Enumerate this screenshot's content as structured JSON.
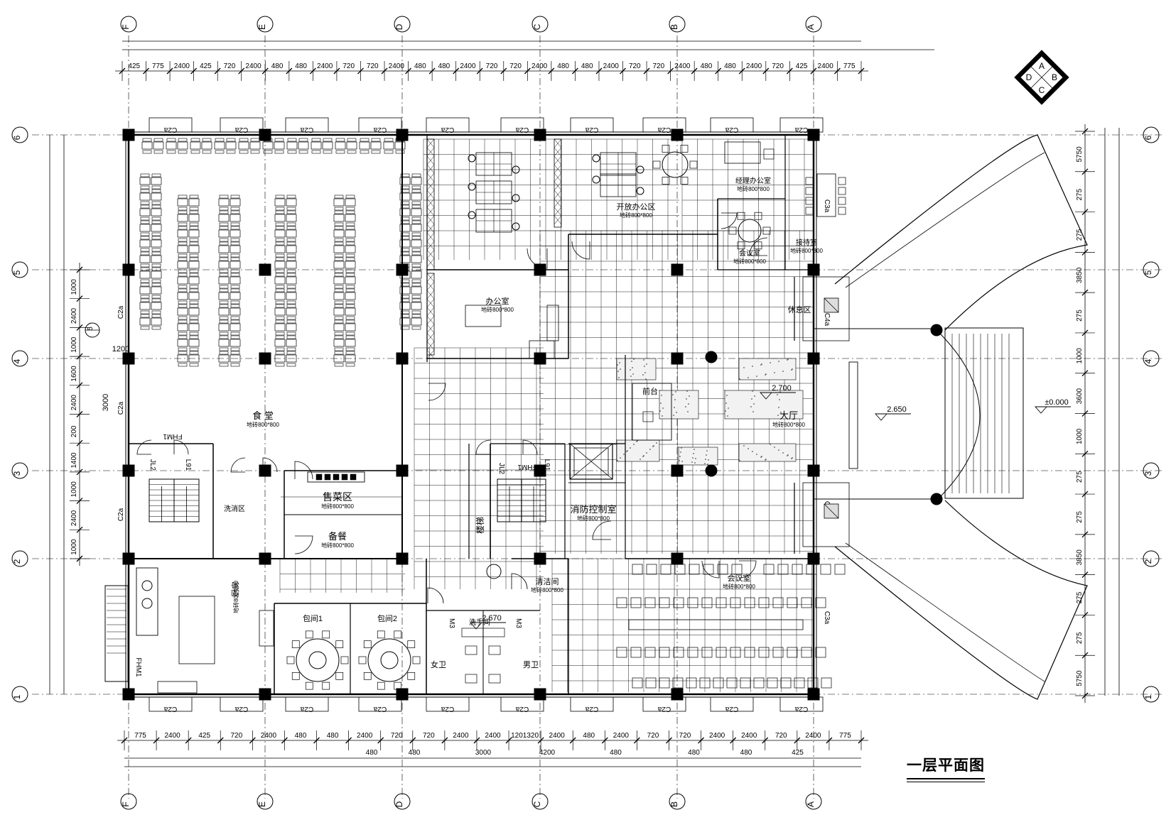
{
  "drawing": {
    "title": "一层平面图",
    "compass_letters": [
      "A",
      "B",
      "C",
      "D"
    ]
  },
  "grid": {
    "column_labels": [
      "F",
      "E",
      "D",
      "C",
      "B",
      "A"
    ],
    "row_labels": [
      "6",
      "5",
      "4",
      "3",
      "2",
      "1"
    ],
    "row_label_aux": "5"
  },
  "dimensions": {
    "top": [
      "425",
      "775",
      "2400",
      "425",
      "720",
      "2400",
      "480",
      "480",
      "2400",
      "720",
      "720",
      "2400",
      "480",
      "480",
      "2400",
      "720",
      "720",
      "2400",
      "480",
      "480",
      "2400",
      "720",
      "720",
      "2400",
      "480",
      "480",
      "2400",
      "720",
      "425",
      "2400",
      "775"
    ],
    "bottom": [
      "775",
      "2400",
      "425",
      "720",
      "2400",
      "480",
      "480",
      "2400",
      "720",
      "720",
      "2400",
      "2400",
      "1201320",
      "2400",
      "480",
      "2400",
      "720",
      "720",
      "2400",
      "2400",
      "720",
      "2400",
      "775"
    ],
    "bottom_lower": [
      "480",
      "480",
      "3000",
      "4200",
      "480",
      "480",
      "480",
      "425"
    ],
    "left": [
      "1000",
      "2400",
      "1000",
      "1600",
      "2400",
      "200",
      "1400",
      "1000",
      "2400",
      "1000"
    ],
    "left_extra": [
      "1200",
      "3000"
    ],
    "right": [
      "5750",
      "275",
      "275",
      "3850",
      "275",
      "1000",
      "3600",
      "1000",
      "275",
      "275",
      "3850",
      "275",
      "275",
      "5750"
    ]
  },
  "elevations": [
    "2.700",
    "2.650",
    "±0.000",
    "2.670"
  ],
  "window_tag": "C2a",
  "window_tags_side": [
    "C2a",
    "C3a",
    "C4a"
  ],
  "door_tags": [
    "FHM1",
    "JL2",
    "L91",
    "M3"
  ],
  "floor_spec": "地砖800*800",
  "rooms": [
    {
      "key": "dining",
      "label": "食  堂"
    },
    {
      "key": "serving",
      "label": "售菜区"
    },
    {
      "key": "pantry",
      "label": "备餐"
    },
    {
      "key": "prep",
      "label": "洗消区"
    },
    {
      "key": "kitchen",
      "label": "厨房"
    },
    {
      "key": "private1",
      "label": "包间1"
    },
    {
      "key": "private2",
      "label": "包间2"
    },
    {
      "key": "office_open",
      "label": "开放办公区"
    },
    {
      "key": "office",
      "label": "办公室"
    },
    {
      "key": "manager",
      "label": "经理办公室"
    },
    {
      "key": "meeting_small",
      "label": "会议室"
    },
    {
      "key": "reception",
      "label": "接待室"
    },
    {
      "key": "rest",
      "label": "休息区"
    },
    {
      "key": "lobby",
      "label": "大厅"
    },
    {
      "key": "front_desk",
      "label": "前台"
    },
    {
      "key": "meeting_big",
      "label": "会议室"
    },
    {
      "key": "control",
      "label": "消防控制室"
    },
    {
      "key": "storage",
      "label": "清洁间"
    },
    {
      "key": "washroom",
      "label": "洗手间"
    },
    {
      "key": "toilet_f",
      "label": "女卫"
    },
    {
      "key": "toilet_m",
      "label": "男卫"
    },
    {
      "key": "stair",
      "label": "楼梯"
    }
  ]
}
